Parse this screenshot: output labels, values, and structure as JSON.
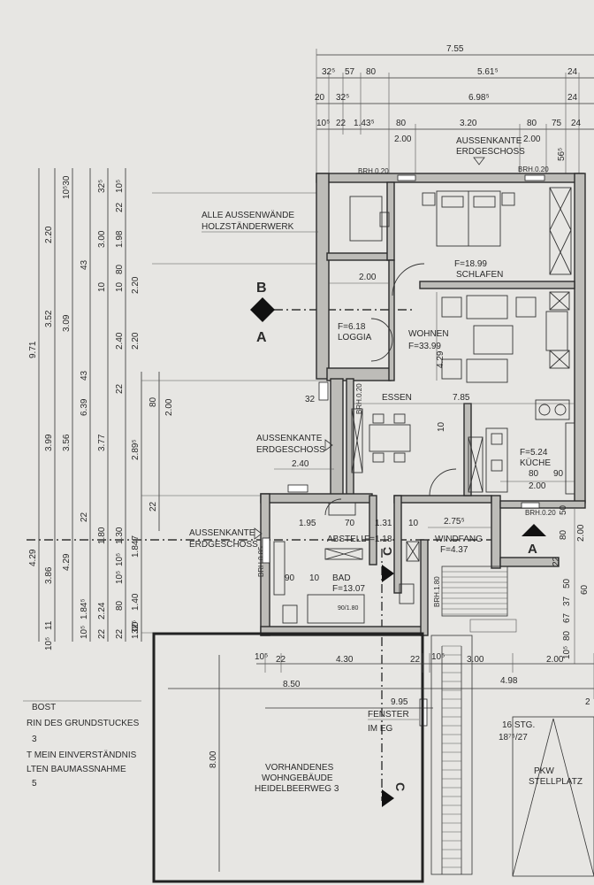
{
  "top_dims": {
    "row1": [
      "7.55"
    ],
    "row2": [
      "32⁵",
      "57",
      "80",
      "5.61⁵",
      "24"
    ],
    "row3": [
      "20",
      "32⁵",
      "6.98⁵",
      "24"
    ],
    "row4": [
      "10⁵",
      "22",
      "1.43⁵",
      "80",
      "3.20",
      "80",
      "75",
      "24"
    ],
    "row5": [
      "2.00",
      "2.00",
      "56⁵"
    ]
  },
  "brh_top": [
    "BRH.0.20",
    "BRH.0.20"
  ],
  "aussenkante_top": [
    "AUSSENKANTE",
    "ERDGESCHOSS"
  ],
  "left_dims": {
    "col1": [
      "9.71",
      "4.29"
    ],
    "col2": [
      "2.20",
      "3.52",
      "3.99",
      "3.86",
      "11",
      "10⁵"
    ],
    "col3": [
      "10⁵30",
      "3.09",
      "3.56",
      "4.29",
      "1.84⁵",
      "10⁵"
    ],
    "col4": [
      "43",
      "43",
      "6.39",
      "22",
      "2.24",
      "22"
    ],
    "col5": [
      "32⁵",
      "3.00",
      "10",
      "3.77",
      "1.80",
      "10⁵",
      "80",
      "22"
    ],
    "col6": [
      "10⁵",
      "1.98",
      "2.40",
      "22",
      "1.30",
      "10⁵"
    ],
    "col7": [
      "22",
      "80",
      "10",
      "2.20",
      "2.89⁵",
      "1.847",
      "1.40",
      "1.00",
      "32⁵"
    ],
    "col8": [
      "2.20",
      "2.00",
      "80",
      "22"
    ]
  },
  "annotations": {
    "exterior_walls": [
      "ALLE AUSSENWÄNDE",
      "HOLZSTÄNDERWERK"
    ],
    "aussenkante_left1": [
      "AUSSENKANTE",
      "ERDGESCHOSS"
    ],
    "aussenkante_left2": [
      "AUSSENKANTE",
      "ERDGESCHOSS"
    ],
    "fenster": [
      "FENSTER",
      "IM EG"
    ],
    "stairs": [
      "16 STG.",
      "18⁷⁵/27"
    ],
    "parking": [
      "PKW",
      "STELLPLATZ"
    ],
    "existing": [
      "VORHANDENES",
      "WOHNGEBÄUDE",
      "HEIDELBEERWEG 3"
    ]
  },
  "rooms": [
    {
      "name": "SCHLAFEN",
      "area": "F=18.99"
    },
    {
      "name": "LOGGIA",
      "area": "F=6.18"
    },
    {
      "name": "WOHNEN",
      "area": "F=33.99"
    },
    {
      "name": "ESSEN",
      "area": ""
    },
    {
      "name": "KÜCHE",
      "area": "F=5.24"
    },
    {
      "name": "ABSTELL",
      "area": "F=1.18"
    },
    {
      "name": "WINDFANG",
      "area": "F=4.37"
    },
    {
      "name": "BAD",
      "area": "F=13.07"
    }
  ],
  "interior_dims": [
    "2.00",
    "4.29",
    "32",
    "7.85",
    "10",
    "2.40",
    "80",
    "90",
    "2.00",
    "1.95",
    "70",
    "1.31",
    "10",
    "2.75⁵",
    "90",
    "10",
    "90/1.80",
    "80",
    "2.00",
    "50",
    "22",
    "50",
    "37",
    "60",
    "67",
    "80",
    "10⁵"
  ],
  "brh_labels": [
    "BRH.0.20",
    "BRH.0.85",
    "BRH.1.80",
    "BRH.0.20"
  ],
  "bottom_dims": {
    "row1": [
      "10⁵",
      "22",
      "4.30",
      "22",
      "10⁵",
      "3.00",
      "2.00"
    ],
    "row2": [
      "8.50",
      "4.98"
    ],
    "row3": [
      "9.95"
    ],
    "vertical": [
      "8.00"
    ],
    "right": [
      "2"
    ]
  },
  "section_markers": [
    "B",
    "A",
    "C",
    "C",
    "A"
  ],
  "left_text": [
    "BOST",
    "RIN DES GRUNDSTUCKES",
    "3",
    "T MEIN EINVERSTÄNDNIS",
    "LTEN BAUMASSNAHME",
    "5"
  ]
}
